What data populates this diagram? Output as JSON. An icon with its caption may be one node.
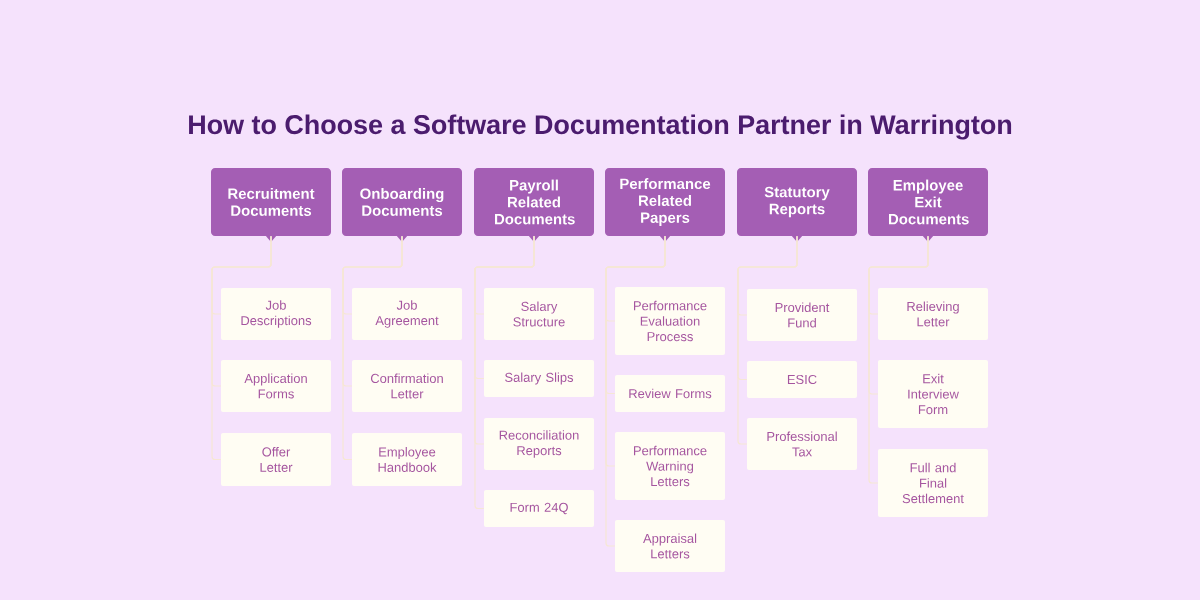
{
  "diagram": {
    "title": "How to Choose a Software Documentation Partner in Warrington",
    "nodes": [
      {
        "text": [
          "Recruitment Documents"
        ]
      },
      {
        "text": [
          "Onboarding Documents"
        ]
      },
      {
        "text": [
          "Payroll Related Documents"
        ]
      },
      {
        "text": [
          "Performance Related Papers"
        ]
      },
      {
        "text": [
          "Statutory Reports"
        ]
      },
      {
        "text": [
          "Employee Exit Documents"
        ]
      },
      {
        "text": [
          "Job Descriptions"
        ]
      },
      {
        "text": [
          "Application Forms"
        ]
      },
      {
        "text": [
          "Offer Letter"
        ]
      },
      {
        "text": [
          "Job Agreement"
        ]
      },
      {
        "text": [
          "Confirmation Letter"
        ]
      },
      {
        "text": [
          "Employee Handbook"
        ]
      },
      {
        "text": [
          "Salary Structure"
        ]
      },
      {
        "text": [
          "Salary Slips"
        ]
      },
      {
        "text": [
          "Reconciliation Reports"
        ]
      },
      {
        "text": [
          "Form 24Q"
        ]
      },
      {
        "text": [
          "Performance Evaluation Process"
        ]
      },
      {
        "text": [
          "Review Forms"
        ]
      },
      {
        "text": [
          "Performance Warning Letters"
        ]
      },
      {
        "text": [
          "Appraisal Letters"
        ]
      },
      {
        "text": [
          "Provident Fund"
        ]
      },
      {
        "text": [
          "ESIC"
        ]
      },
      {
        "text": [
          "Professional Tax"
        ]
      },
      {
        "text": [
          "Relieving Letter"
        ]
      },
      {
        "text": [
          "Exit Interview Form"
        ]
      },
      {
        "text": [
          "Full and Final Settlement"
        ]
      }
    ],
    "edges": [
      {
        "from": 0,
        "to": 6,
        "arrow": "none"
      },
      {
        "from": 0,
        "to": 7,
        "arrow": "none"
      },
      {
        "from": 0,
        "to": 8,
        "arrow": "none"
      },
      {
        "from": 1,
        "to": 9,
        "arrow": "none"
      },
      {
        "from": 1,
        "to": 10,
        "arrow": "none"
      },
      {
        "from": 1,
        "to": 11,
        "arrow": "none"
      },
      {
        "from": 2,
        "to": 12,
        "arrow": "none"
      },
      {
        "from": 2,
        "to": 13,
        "arrow": "none"
      },
      {
        "from": 2,
        "to": 14,
        "arrow": "none"
      },
      {
        "from": 2,
        "to": 15,
        "arrow": "none"
      },
      {
        "from": 3,
        "to": 16,
        "arrow": "none"
      },
      {
        "from": 3,
        "to": 17,
        "arrow": "none"
      },
      {
        "from": 3,
        "to": 18,
        "arrow": "none"
      },
      {
        "from": 3,
        "to": 19,
        "arrow": "none"
      },
      {
        "from": 4,
        "to": 20,
        "arrow": "none"
      },
      {
        "from": 4,
        "to": 21,
        "arrow": "none"
      },
      {
        "from": 4,
        "to": 22,
        "arrow": "none"
      },
      {
        "from": 5,
        "to": 23,
        "arrow": "none"
      },
      {
        "from": 5,
        "to": 24,
        "arrow": "none"
      },
      {
        "from": 5,
        "to": 25,
        "arrow": "none"
      }
    ]
  }
}
